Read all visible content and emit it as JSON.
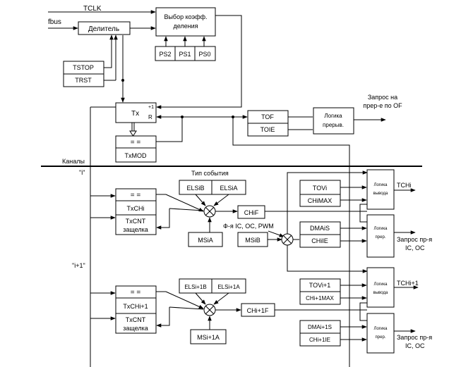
{
  "signals": {
    "tclk": "TCLK",
    "fbus": "fbus",
    "channels": "Каналы",
    "ch_i_label": "\"i\"",
    "ch_i1_label": "\"i+1\"",
    "event_type": "Тип события",
    "func": "Ф-я IC, OC, PWM"
  },
  "blocks": {
    "prescaler_select": [
      "Выбор коэфф.",
      "деления"
    ],
    "divider": "Делитель",
    "ps": [
      "PS2",
      "PS1",
      "PS0"
    ],
    "tstop": "TSTOP",
    "trst": "TRST",
    "tx": "Tx",
    "tx_plus1": "+1",
    "tx_r": "R",
    "cmp": "= =",
    "txmod": "TxMOD",
    "tof": "TOF",
    "toie": "TOIE",
    "irq_logic": [
      "Логика",
      "прерыв."
    ],
    "irq_of": [
      "Запрос на",
      "прер-е по OF"
    ]
  },
  "channel_i": {
    "cmp": "= =",
    "txch": "TxCHi",
    "txcnt": "TxCNT",
    "latch": "защелка",
    "elsb": "ELSiB",
    "elsa": "ELSiA",
    "chf": "CHiF",
    "msa": "MSiA",
    "msb": "MSiB",
    "tov": "TOVi",
    "chmax": "CHiMAX",
    "dmas": "DMAiS",
    "chie": "CHiIE",
    "out_logic": [
      "Логика",
      "вывода"
    ],
    "irq_logic": [
      "Логика",
      "прер."
    ],
    "tch": "TCHi",
    "irq_req": [
      "Запрос пр-я",
      "IC, OC"
    ]
  },
  "channel_i1": {
    "cmp": "= =",
    "txch": "TxCHi+1",
    "txcnt": "TxCNT",
    "latch": "защелка",
    "elsb": "ELSi+1B",
    "elsa": "ELSi+1A",
    "chf": "CHi+1F",
    "msa": "MSi+1A",
    "tov": "TOVi+1",
    "chmax": "CHi+1MAX",
    "dmas": "DMAi+1S",
    "chie": "CHi+1IE",
    "out_logic": [
      "Логика",
      "вывода"
    ],
    "irq_logic": [
      "Логика",
      "прер."
    ],
    "tch": "TCHi+1",
    "irq_req": [
      "Запрос пр-я",
      "IC, OC"
    ]
  }
}
